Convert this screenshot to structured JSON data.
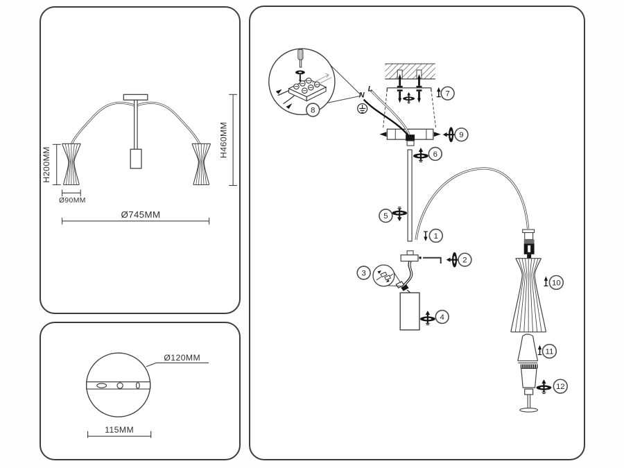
{
  "document": {
    "type": "lamp assembly instruction diagram",
    "panel_count": 3
  },
  "colors": {
    "line": "#3f3f3f",
    "ink": "#111111",
    "background": "#ffffff",
    "panel_border": "#3c3c3c",
    "ghost": "#999999"
  },
  "front_view": {
    "shade_height_label": "H200MM",
    "shade_diameter_label": "Ø90MM",
    "total_diameter_label": "Ø745MM",
    "total_height_label": "H460MM"
  },
  "canopy_view": {
    "canopy_diameter_label": "Ø120MM",
    "hole_spacing_label": "115MM"
  },
  "assembly": {
    "wire_neutral_label": "N",
    "wire_live_label": "L",
    "steps": [
      "1",
      "2",
      "3",
      "4",
      "5",
      "6",
      "7",
      "8",
      "9",
      "10",
      "11",
      "12"
    ]
  },
  "icons": {
    "screw-rotate-icon": "screw with rotation ellipse",
    "direction-arrow-icon": "insertion direction arrow",
    "mounting-screw-icon": "black mounting screw",
    "ground-icon": "earth ground symbol in circle",
    "screwdriver-icon": "screwdriver tightening terminal",
    "terminal-block-icon": "wire terminal block",
    "ceiling-hatch": "ceiling cross-section hatching",
    "magnifier-circle": "detail zoom circle"
  }
}
